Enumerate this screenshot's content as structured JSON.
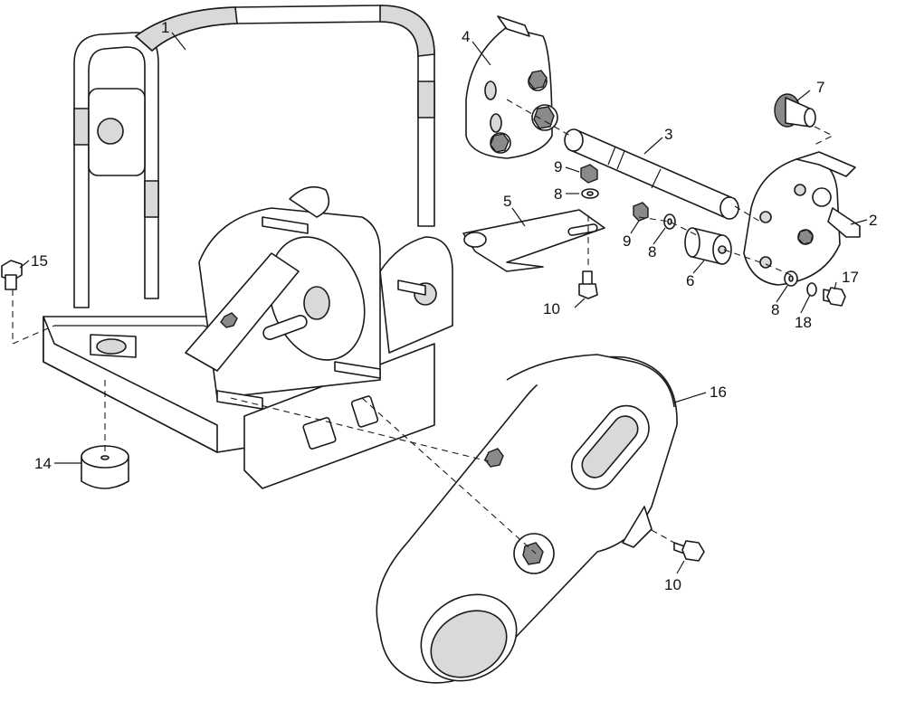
{
  "callouts": {
    "c1": "1",
    "c2": "2",
    "c3": "3",
    "c4": "4",
    "c5": "5",
    "c6": "6",
    "c7": "7",
    "c8a": "8",
    "c8b": "8",
    "c8c": "8",
    "c9a": "9",
    "c9b": "9",
    "c10a": "10",
    "c10b": "10",
    "c14": "14",
    "c15": "15",
    "c16": "16",
    "c17": "17",
    "c18": "18"
  },
  "colors": {
    "line": "#1a1a1a",
    "shade": "#d9d9d9",
    "background": "#ffffff"
  }
}
